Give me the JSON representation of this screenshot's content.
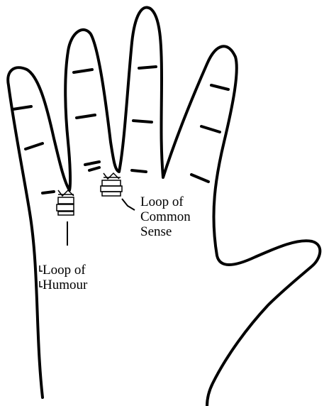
{
  "labels": {
    "loop_of_humour": [
      "Loop of",
      "Humour"
    ],
    "loop_of_common_sense": [
      "Loop of",
      "Common",
      "Sense"
    ]
  },
  "colors": {
    "line": "#000000",
    "background": "#ffffff"
  }
}
